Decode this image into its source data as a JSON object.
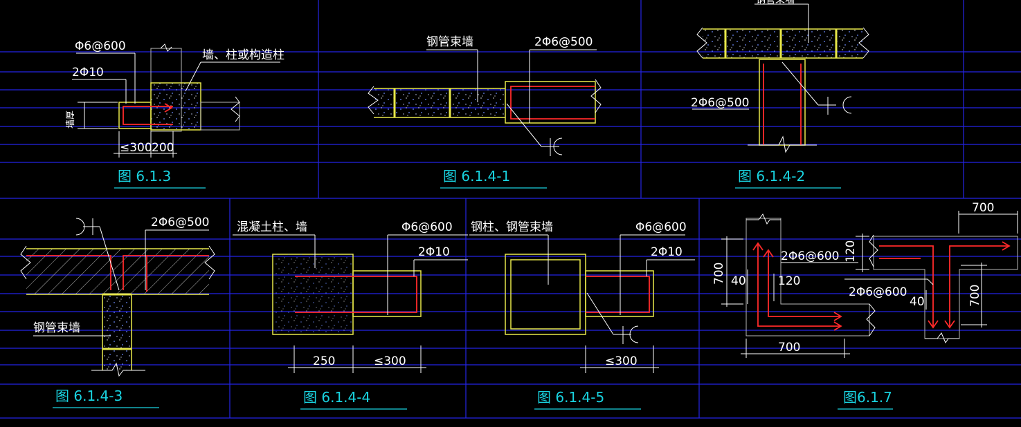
{
  "colors": {
    "background": "#000000",
    "grid_line": "#2424e6",
    "outline": "#e8e84a",
    "rebar": "#ff2a2a",
    "caption": "#19d3e0",
    "text": "#ffffff"
  },
  "figures": {
    "f613": {
      "caption": "图 6.1.3",
      "labels": {
        "rebar_spacing": "Φ6@600",
        "rebar_main": "2Φ10",
        "wall_column": "墙、柱或构造柱",
        "thickness": "墙厚"
      },
      "dims": {
        "d1": "≤300",
        "d2": "200"
      }
    },
    "f6141": {
      "caption": "图 6.1.4-1",
      "labels": {
        "wall": "钢管束墙",
        "rebar": "2Φ6@500"
      }
    },
    "f6142": {
      "caption": "图 6.1.4-2",
      "labels": {
        "wall": "钢管束墙",
        "rebar": "2Φ6@500"
      }
    },
    "f6143": {
      "caption": "图 6.1.4-3",
      "labels": {
        "wall": "钢管束墙",
        "rebar": "2Φ6@500"
      }
    },
    "f6144": {
      "caption": "图 6.1.4-4",
      "labels": {
        "column": "混凝土柱、墙",
        "rebar_spacing": "Φ6@600",
        "rebar_main": "2Φ10"
      },
      "dims": {
        "d1": "250",
        "d2": "≤300"
      }
    },
    "f6145": {
      "caption": "图 6.1.4-5",
      "labels": {
        "column": "钢柱、钢管束墙",
        "rebar_spacing": "Φ6@600",
        "rebar_main": "2Φ10"
      },
      "dims": {
        "d1": "≤300"
      }
    },
    "f617": {
      "caption": "图6.1.7",
      "labels": {
        "rebar_a": "2Φ6@600",
        "rebar_b": "2Φ6@600"
      },
      "dims": {
        "top": "700",
        "left_h": "700",
        "d40a": "40",
        "d120a": "120",
        "bottom": "700",
        "d120b": "120",
        "d40b": "40",
        "right_h": "700"
      }
    }
  }
}
